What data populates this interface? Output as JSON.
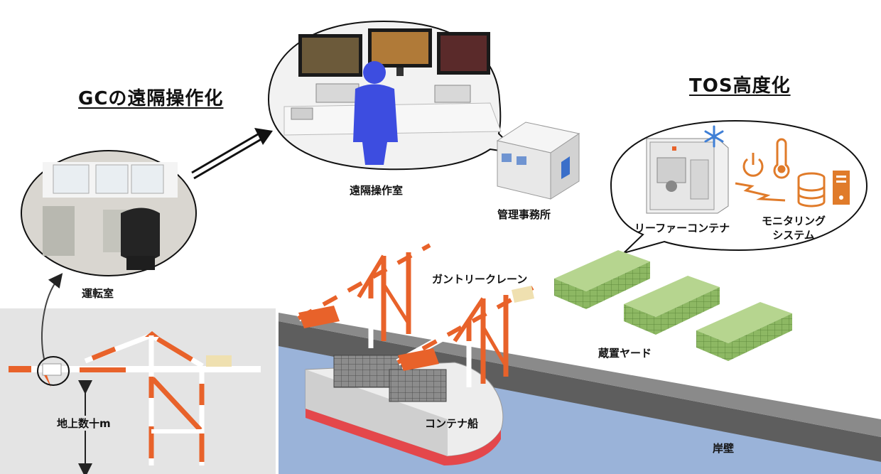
{
  "titles": {
    "remote": "GCの遠隔操作化",
    "tos": "TOS高度化"
  },
  "labels": {
    "remote_room": "遠隔操作室",
    "office": "管理事務所",
    "cab": "運転室",
    "height": "地上数十m",
    "gantry_crane": "ガントリークレーン",
    "yard": "蔵置ヤード",
    "ship": "コンテナ船",
    "quay": "岸壁",
    "reefer": "リーファーコンテナ",
    "monitoring_1": "モニタリング",
    "monitoring_2": "システム"
  },
  "colors": {
    "crane_orange": "#e8622a",
    "container_green": "#8db863",
    "water_blue": "#9ab3d9",
    "operator_blue": "#3d4de0",
    "panel_gray": "#e4e4e4",
    "monitoring_orange": "#e07b2a"
  },
  "icons": [
    "snowflake-icon",
    "power-icon",
    "thermometer-icon",
    "database-icon",
    "server-icon"
  ]
}
